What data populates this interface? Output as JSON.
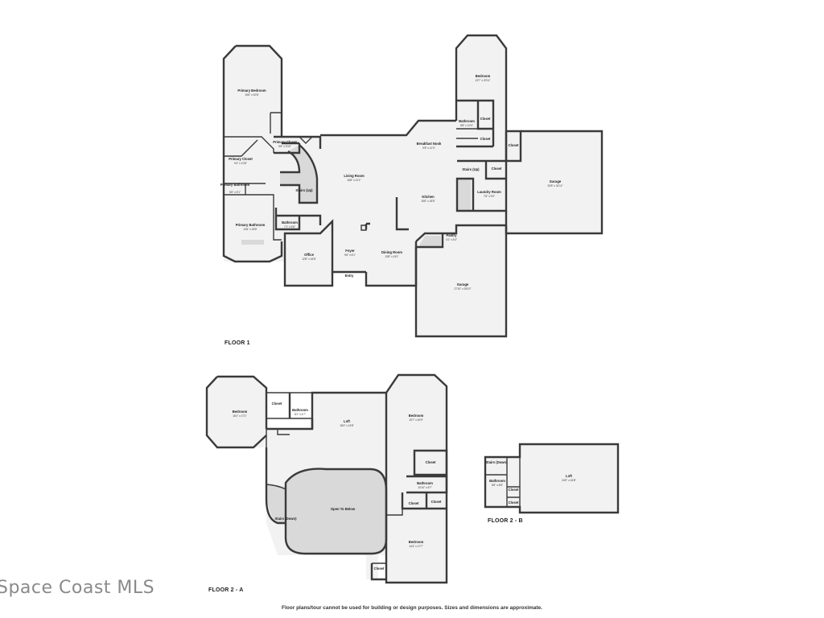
{
  "floors": {
    "floor1": "FLOOR 1",
    "floor2a": "FLOOR 2 - A",
    "floor2b": "FLOOR 2 - B"
  },
  "disclaimer": "Floor plans/tour cannot be used for building or design purposes. Sizes and dimensions are approximate.",
  "watermark": "Space Coast MLS",
  "rooms": {
    "primary_bedroom": {
      "name": "Primary Bedroom",
      "dim": "15'6\" x 20'6\""
    },
    "primary_closet_a": {
      "name": "Primary Closet",
      "dim": "5'6\" x 5'10\""
    },
    "primary_closet_b": {
      "name": "Primary Closet",
      "dim": "9'4\" x 10'8\""
    },
    "primary_bathroom_a": {
      "name": "Primary Bathroom",
      "dim": "5'6\" x 5'1\""
    },
    "primary_bathroom_b": {
      "name": "Primary Bathroom",
      "dim": "14'6\" x 18'6\""
    },
    "stairs_up": {
      "name": "Stairs (Up)",
      "dim": ""
    },
    "living_room": {
      "name": "Living Room",
      "dim": "16'8\" x 21'1\""
    },
    "bathroom_f1": {
      "name": "Bathroom",
      "dim": "7'1\" x 5'8\""
    },
    "office": {
      "name": "Office",
      "dim": "12'8\" x 16'8\""
    },
    "foyer": {
      "name": "Foyer",
      "dim": "9'6\" x 6'1\""
    },
    "entry": {
      "name": "Entry",
      "dim": ""
    },
    "dining_room": {
      "name": "Dining Room",
      "dim": "13'8\" x 15'1\""
    },
    "breakfast_nook": {
      "name": "Breakfast Nook",
      "dim": "9'8\" x 11'4\""
    },
    "kitchen": {
      "name": "Kitchen",
      "dim": "15'6\" x 18'5\""
    },
    "pantry": {
      "name": "Pantry",
      "dim": "4'1\" x 5'4\""
    },
    "garage_lower": {
      "name": "Garage",
      "dim": "27'10\" x 26'10\""
    },
    "bedroom_ne": {
      "name": "Bedroom",
      "dim": "13'7\" x 20'11\""
    },
    "bathroom_ne": {
      "name": "Bathroom",
      "dim": "8'8\" x 10'4\""
    },
    "closet": {
      "name": "Closet",
      "dim": ""
    },
    "stairs_up_2": {
      "name": "Stairs (Up)",
      "dim": ""
    },
    "laundry_room": {
      "name": "Laundry Room",
      "dim": "7'6\" x 9'0\""
    },
    "garage_east": {
      "name": "Garage",
      "dim": "20'8\" x 31'11\""
    },
    "bedroom_2w": {
      "name": "Bedroom",
      "dim": "16'1\" x 17'1\""
    },
    "bathroom_2w": {
      "name": "Bathroom",
      "dim": "8'1\" x 4'7\""
    },
    "loft_2a": {
      "name": "Loft",
      "dim": "18'4\" x 14'8\""
    },
    "bedroom_2e": {
      "name": "Bedroom",
      "dim": "15'7\" x 20'9\""
    },
    "bathroom_2e": {
      "name": "Bathroom",
      "dim": "10'10\" x 5'7\""
    },
    "stairs_down": {
      "name": "Stairs (Down)",
      "dim": ""
    },
    "open_to_below": {
      "name": "Open To Below",
      "dim": ""
    },
    "bedroom_2s": {
      "name": "Bedroom",
      "dim": "14'4\" x 17'7\""
    },
    "stairs_down_b": {
      "name": "Stairs (Down)",
      "dim": ""
    },
    "bathroom_2b": {
      "name": "Bathroom",
      "dim": "8'6\" x 8'8\""
    },
    "loft_2b": {
      "name": "Loft",
      "dim": "24'0\" x 16'8\""
    }
  }
}
